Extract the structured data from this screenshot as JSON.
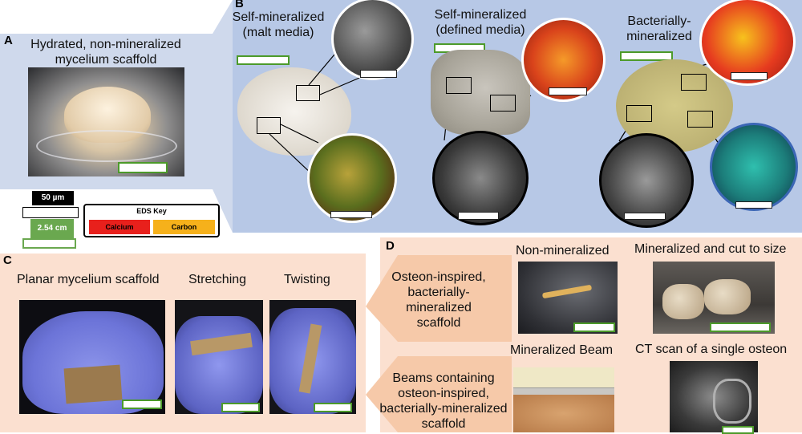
{
  "panelA": {
    "label": "A",
    "title": "Hydrated, non-mineralized mycelium scaffold"
  },
  "panelB": {
    "label": "B",
    "malt": "Self-mineralized (malt media)",
    "defined": "Self-mineralized (defined media)",
    "bacterial": "Bacterially-mineralized"
  },
  "legend": {
    "scale_um": "50 µm",
    "scale_cm": "2.54 cm",
    "eds_title": "EDS Key",
    "calcium": "Calcium",
    "carbon": "Carbon",
    "calcium_color": "#e8201c",
    "carbon_color": "#f6b11b"
  },
  "panelC": {
    "label": "C",
    "planar": "Planar mycelium scaffold",
    "stretching": "Stretching",
    "twisting": "Twisting"
  },
  "panelD": {
    "label": "D",
    "osteon_arrow": "Osteon-inspired, bacterially-mineralized scaffold",
    "non_mineralized": "Non-mineralized",
    "mineralized_cut": "Mineralized and cut to size",
    "beams_arrow": "Beams containing osteon-inspired, bacterially-mineralized scaffold",
    "mineralized_beam": "Mineralized Beam",
    "ct_scan": "CT scan of a single osteon"
  }
}
